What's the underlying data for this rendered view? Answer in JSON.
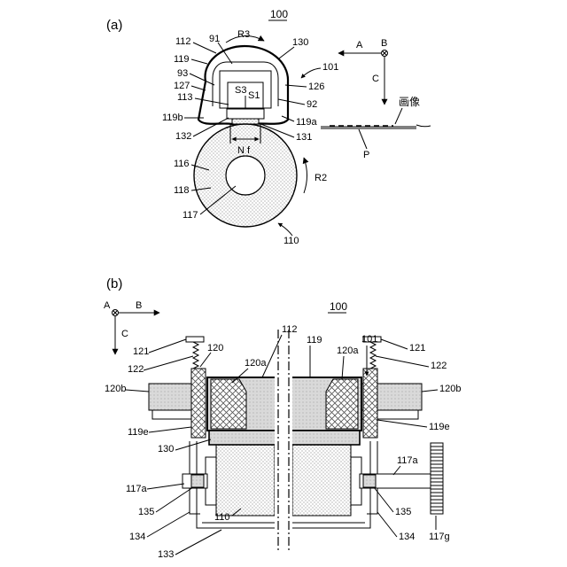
{
  "panels": {
    "a": {
      "tag": "(a)",
      "title": "100",
      "directions": {
        "a": "A",
        "b": "B",
        "c": "C"
      },
      "rotations": {
        "r3": "R3",
        "r2": "R2"
      },
      "image_label": "画像",
      "nip_label": "N f",
      "sheet_label": "P",
      "labels": {
        "l91": "91",
        "l112": "112",
        "l119": "119",
        "l93": "93",
        "l127": "127",
        "l113": "113",
        "l119b": "119b",
        "l132": "132",
        "l116": "116",
        "l118": "118",
        "l117": "117",
        "l110": "110",
        "l130": "130",
        "l101": "101",
        "l126": "126",
        "l92": "92",
        "l119a": "119a",
        "l131": "131",
        "ls3": "S3",
        "ls1": "S1"
      }
    },
    "b": {
      "tag": "(b)",
      "title": "100",
      "directions": {
        "a": "A",
        "b": "B",
        "c": "C"
      },
      "labels": {
        "l121L": "121",
        "l120": "120",
        "l112": "112",
        "l119": "119",
        "l120aR": "120a",
        "l101": "101",
        "l121R": "121",
        "l122L": "122",
        "l120aL": "120a",
        "l122R": "122",
        "l120bL": "120b",
        "l120bR": "120b",
        "l119eL": "119e",
        "l119eR": "119e",
        "l130": "130",
        "l117aR": "117a",
        "l117aL": "117a",
        "l135L": "135",
        "l135R": "135",
        "l110": "110",
        "l134L": "134",
        "l134R": "134",
        "l117g": "117g",
        "l133": "133"
      }
    }
  },
  "colors": {
    "line": "#000000",
    "background": "#ffffff",
    "stipple": "#9a9a9a",
    "hatch": "#555555"
  }
}
